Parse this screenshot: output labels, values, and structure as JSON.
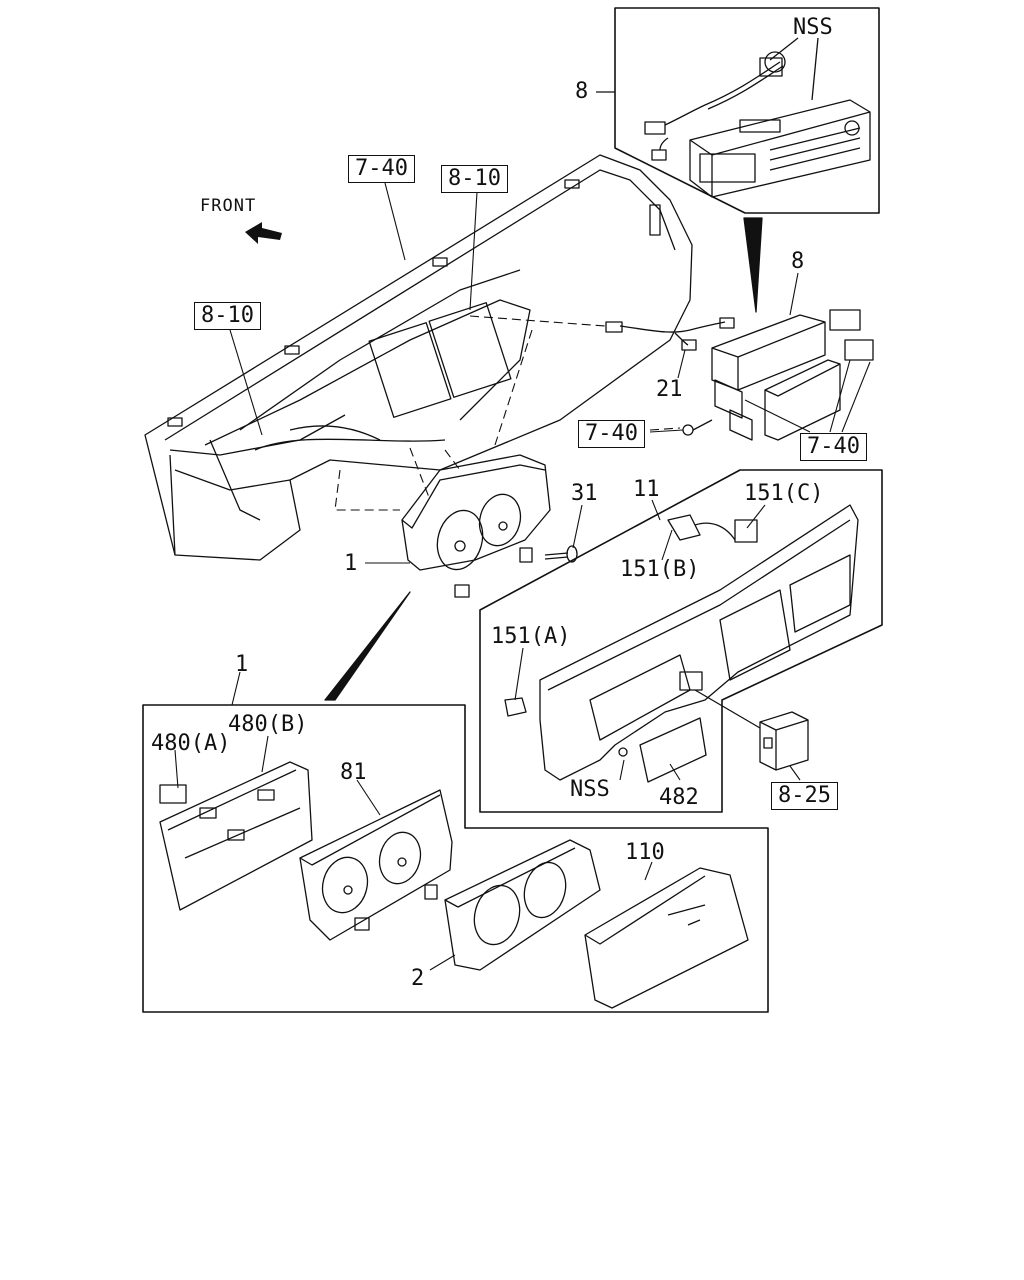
{
  "direction_label": "FRONT",
  "callouts": {
    "nss_top": "NSS",
    "ref_8_top": "8",
    "ref_7_40_top": "7-40",
    "ref_8_10_top": "8-10",
    "ref_8_10_left": "8-10",
    "ref_8_unit": "8",
    "ref_21": "21",
    "ref_7_40_mid": "7-40",
    "ref_7_40_right": "7-40",
    "ref_31": "31",
    "ref_11": "11",
    "ref_151c": "151(C)",
    "ref_151b": "151(B)",
    "ref_1_cluster": "1",
    "ref_151a": "151(A)",
    "ref_nss_bezel": "NSS",
    "ref_482": "482",
    "ref_8_25": "8-25",
    "ref_1_exploded": "1",
    "ref_480a": "480(A)",
    "ref_480b": "480(B)",
    "ref_81": "81",
    "ref_110": "110",
    "ref_2": "2"
  },
  "colors": {
    "line": "#111111",
    "background": "#ffffff"
  }
}
